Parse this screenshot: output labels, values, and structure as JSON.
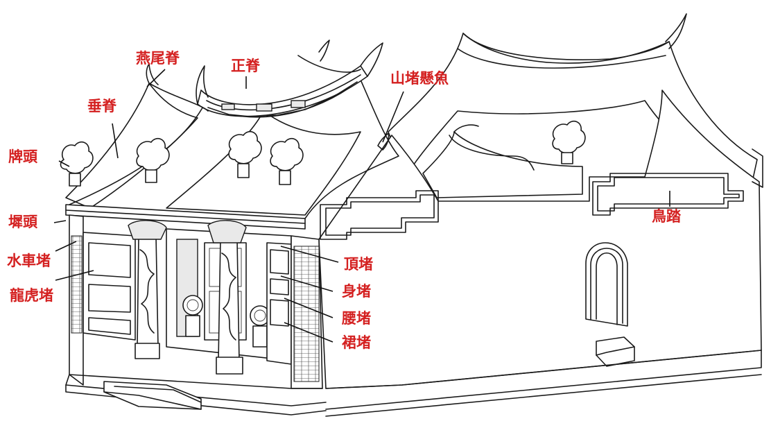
{
  "label_color": "#d42020",
  "labels": {
    "yanwei_ji": "燕尾脊",
    "zheng_ji": "正脊",
    "chui_ji": "垂脊",
    "pai_tou": "牌頭",
    "shandu_xuanyu": "山堵懸魚",
    "wu_tou": "墀頭",
    "shuiche_du": "水車堵",
    "longhu_du": "龍虎堵",
    "niao_ta": "鳥踏",
    "ding_du": "頂堵",
    "shen_du": "身堵",
    "yao_du": "腰堵",
    "qun_du": "裙堵"
  }
}
